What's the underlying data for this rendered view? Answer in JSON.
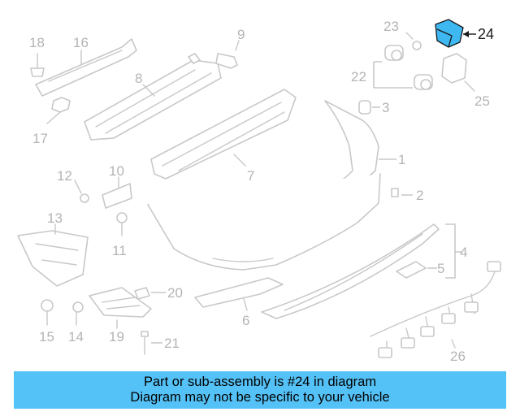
{
  "callouts": {
    "c1": "1",
    "c2": "2",
    "c3": "3",
    "c4": "4",
    "c5": "5",
    "c6": "6",
    "c7": "7",
    "c8": "8",
    "c9": "9",
    "c10": "10",
    "c11": "11",
    "c12": "12",
    "c13": "13",
    "c14": "14",
    "c15": "15",
    "c16": "16",
    "c17": "17",
    "c18": "18",
    "c19": "19",
    "c20": "20",
    "c21": "21",
    "c22": "22",
    "c23": "23",
    "c24": "24",
    "c25": "25",
    "c26": "26"
  },
  "highlighted_part": "24",
  "colors": {
    "highlight": "#3db8f0",
    "banner": "#55c2f7",
    "line_art": "#c8c8c8"
  },
  "banner": {
    "line1": "Part or sub-assembly is #24 in diagram",
    "line2": "Diagram may not be specific to your vehicle"
  }
}
